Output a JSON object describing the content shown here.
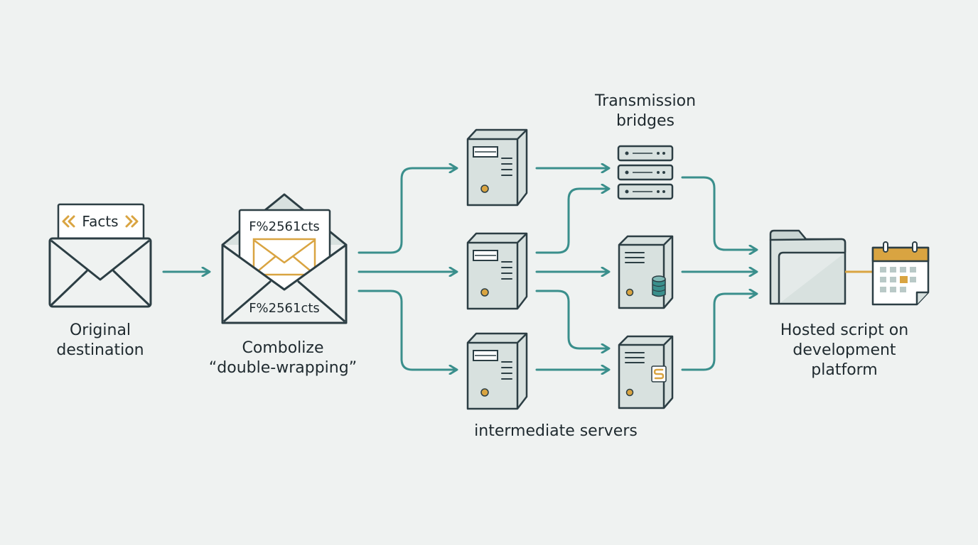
{
  "colors": {
    "background": "#eff2f1",
    "outline": "#2c3e44",
    "device_fill": "#d8e1df",
    "device_face": "#c9d5d3",
    "accent_teal": "#3a8f8c",
    "accent_gold": "#d9a441",
    "paper": "#ffffff",
    "text": "#1f2a2f"
  },
  "labels": {
    "original": "Original\ndestination",
    "combolize": "Combolize\n“double-wrapping”",
    "bridges": "Transmission\nbridges",
    "intermediate": "intermediate servers",
    "hosted": "Hosted script on\ndevelopment\nplatform"
  },
  "cards": {
    "facts": "Facts",
    "encoded_top": "F%2561cts",
    "encoded_bottom": "F%2561cts"
  },
  "icons": {
    "facts_chevrons": "double-chevron",
    "bridge_rack": "server-rack-icon",
    "bridge_db": "database-icon",
    "bridge_script": "script-s-icon",
    "folder": "folder-icon",
    "calendar": "calendar-icon"
  }
}
